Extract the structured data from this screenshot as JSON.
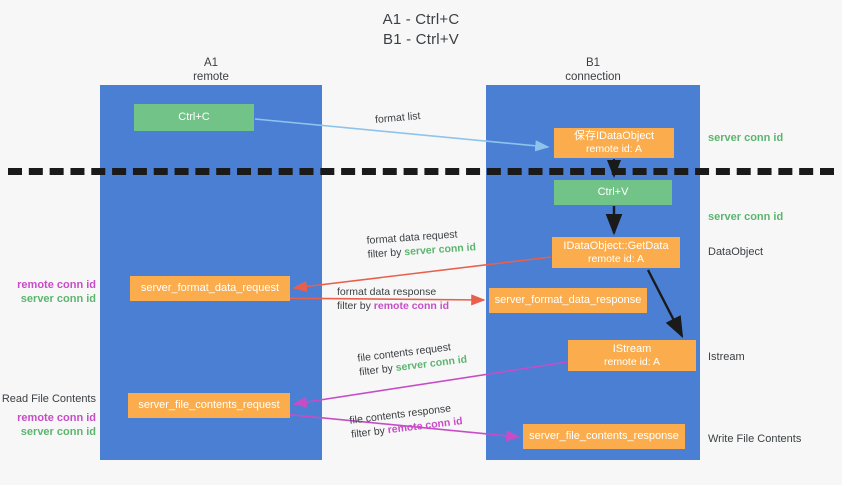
{
  "title": {
    "line1": "A1 - Ctrl+C",
    "line2": "B1 - Ctrl+V"
  },
  "lanes": [
    {
      "id": "a",
      "name": "A1",
      "sub": "remote"
    },
    {
      "id": "b",
      "name": "B1",
      "sub": "connection"
    }
  ],
  "nodes": {
    "ctrl_c": {
      "line1": "Ctrl+C",
      "color": "#72c387"
    },
    "save_dataobject": {
      "line1": "保存IDataObject",
      "line2": "remote id: A",
      "color": "#fbad4d"
    },
    "ctrl_v": {
      "line1": "Ctrl+V",
      "color": "#72c387"
    },
    "getdata": {
      "line1": "IDataObject::GetData",
      "line2": "remote id: A",
      "color": "#fbad4d"
    },
    "istream": {
      "line1": "IStream",
      "line2": "remote id: A",
      "color": "#fbad4d"
    },
    "format_data_request": {
      "line1": "server_format_data_request",
      "color": "#fbad4d"
    },
    "format_data_response": {
      "line1": "server_format_data_response",
      "color": "#fbad4d"
    },
    "file_contents_request": {
      "line1": "server_file_contents_request",
      "color": "#fbad4d"
    },
    "file_contents_response": {
      "line1": "server_file_contents_response",
      "color": "#fbad4d"
    }
  },
  "annotations": {
    "server_conn_id_1": "server conn id",
    "server_conn_id_2": "server conn id",
    "dataobject": "DataObject",
    "istream": "Istream",
    "write_file_contents": "Write File Contents",
    "read_file_contents": "Read File Contents",
    "remote_conn_id_left_1": "remote conn id",
    "server_conn_id_left_1": "server conn id",
    "remote_conn_id_left_2": "remote conn id",
    "server_conn_id_left_2": "server conn id"
  },
  "edge_labels": {
    "format_list": "format list",
    "format_data_request": {
      "row1": "format data request",
      "row2_prefix": "filter by ",
      "row2_key": "server conn id"
    },
    "format_data_response": {
      "row1": "format data response",
      "row2_prefix": "filter by ",
      "row2_key": "remote conn id"
    },
    "file_contents_request": {
      "row1": "file contents request",
      "row2_prefix": "filter by ",
      "row2_key": "server conn id"
    },
    "file_contents_response": {
      "row1": "file contents response",
      "row2_prefix": "filter by ",
      "row2_key": "remote conn id"
    }
  },
  "colors": {
    "lane": "#4a7fd4",
    "green_box": "#72c387",
    "orange_box": "#fbad4d",
    "green_text": "#5cb56f",
    "magenta_text": "#c74dc7",
    "red_arrow": "#e8604c",
    "magenta_arrow": "#c74dc7",
    "lightblue_arrow": "#8ec4ec",
    "black_arrow": "#1a1a1a",
    "background": "#f7f7f7"
  }
}
